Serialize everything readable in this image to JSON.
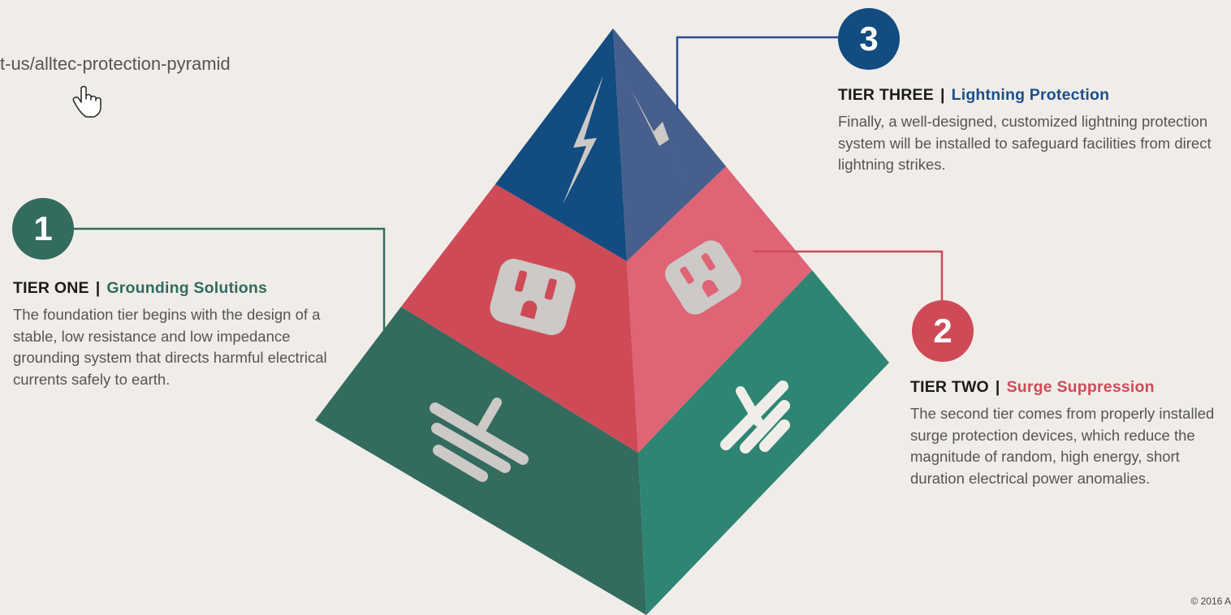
{
  "url_text": "t-us/alltec-protection-pyramid",
  "copyright": "© 2016 A",
  "colors": {
    "background": "#f0ede9",
    "tier_one": "#336b5e",
    "tier_one_right": "#2e8573",
    "tier_two": "#cf4a57",
    "tier_two_right": "#df6475",
    "tier_three": "#124c80",
    "tier_three_right": "#475f8c",
    "icon": "#ccc9c6"
  },
  "tiers": [
    {
      "number": "1",
      "heading": "TIER ONE",
      "separator": "|",
      "subtitle": "Grounding Solutions",
      "body": "The foundation tier begins with the design of a stable, low resistance and low impedance grounding system that directs harmful electrical currents safely to earth.",
      "icon": "ground-symbol-icon"
    },
    {
      "number": "2",
      "heading": "TIER TWO",
      "separator": "|",
      "subtitle": "Surge Suppression",
      "body": "The second tier comes from properly installed surge protection devices, which reduce the magnitude of random, high energy, short duration electrical power anomalies.",
      "icon": "power-outlet-icon"
    },
    {
      "number": "3",
      "heading": "TIER THREE",
      "separator": "|",
      "subtitle": "Lightning Protection",
      "body": "Finally, a well-designed, customized lightning protection system will be installed to safeguard facilities from direct lightning strikes.",
      "icon": "lightning-bolt-icon"
    }
  ]
}
